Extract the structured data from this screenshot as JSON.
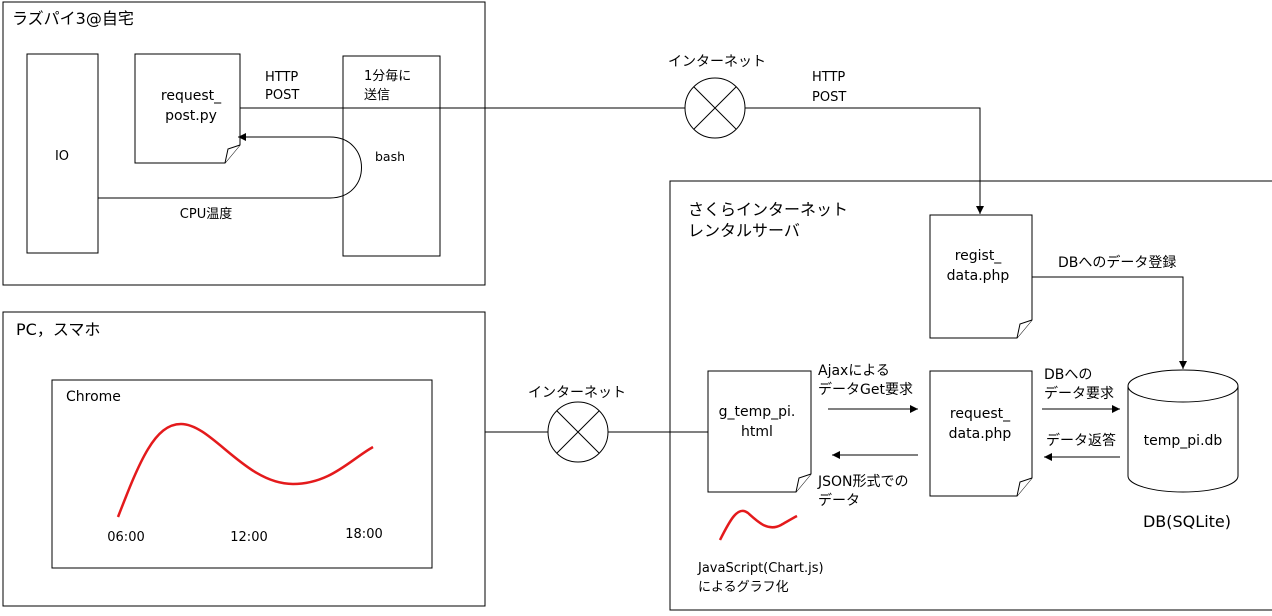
{
  "home": {
    "title": "ラズパイ3@自宅",
    "io": "IO",
    "request_post": [
      "request_",
      "post.py"
    ],
    "http_post": [
      "HTTP",
      "POST"
    ],
    "bash_note": [
      "1分毎に",
      "送信"
    ],
    "bash": "bash",
    "cpu_temp": "CPU温度"
  },
  "internet_top": {
    "label": "インターネット",
    "http_post": [
      "HTTP",
      "POST"
    ]
  },
  "server": {
    "title": [
      "さくらインターネット",
      "レンタルサーバ"
    ],
    "regist": [
      "regist_",
      "data.php"
    ],
    "db_register": "DBへのデータ登録",
    "g_temp": [
      "g_temp_pi.",
      "html"
    ],
    "ajax": [
      "Ajaxによる",
      "データGet要求"
    ],
    "json": [
      "JSON形式での",
      "データ"
    ],
    "request_data": [
      "request_",
      "data.php"
    ],
    "db_request": [
      "DBへの",
      "データ要求"
    ],
    "data_return": "データ返答",
    "db_file": "temp_pi.db",
    "db_label": "DB(SQLite)",
    "js_note": [
      "JavaScript(Chart.js)",
      "によるグラフ化"
    ]
  },
  "client": {
    "title": "PC，スマホ",
    "browser": "Chrome",
    "ticks": [
      "06:00",
      "12:00",
      "18:00"
    ]
  },
  "internet_bottom": {
    "label": "インターネット"
  }
}
